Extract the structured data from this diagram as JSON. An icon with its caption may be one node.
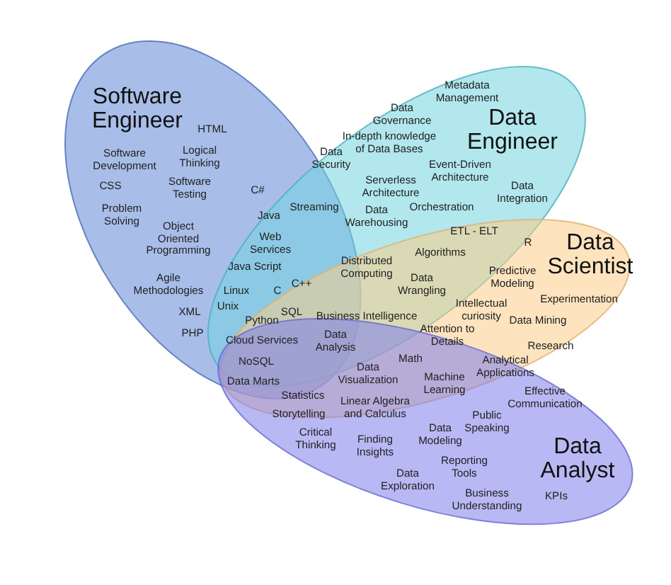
{
  "diagram": {
    "nodes": [
      {
        "text": [
          "Software Engineer"
        ]
      },
      {
        "text": [
          "Data Engineer"
        ]
      },
      {
        "text": [
          "Data Scientist"
        ]
      },
      {
        "text": [
          "Data Analyst"
        ]
      }
    ],
    "labels": [
      "Metadata Management",
      "Data Governance",
      "HTML",
      "In-depth knowledge of Data Bases",
      "Software Development",
      "Logical Thinking",
      "Data Security",
      "Event-Driven Architecture",
      "CSS",
      "Software Testing",
      "C#",
      "Serverless Architecture",
      "Data Integration",
      "Streaming",
      "Orchestration",
      "Problem Solving",
      "Java",
      "Data Warehousing",
      "ETL - ELT",
      "Object Oriented Programming",
      "Web Services",
      "R",
      "Algorithms",
      "Java Script",
      "Distributed Computing",
      "Predictive Modeling",
      "Agile Methodologies",
      "C++",
      "Data Wrangling",
      "Linux",
      "C",
      "Experimentation",
      "Unix",
      "Intellectual curiosity",
      "XML",
      "SQL",
      "Business Intelligence",
      "Python",
      "Data Mining",
      "PHP",
      "Attention to Details",
      "Cloud Services",
      "Data Analysis",
      "Research",
      "Math",
      "NoSQL",
      "Analytical Applications",
      "Data Visualization",
      "Data Marts",
      "Machine Learning",
      "Statistics",
      "Effective Communication",
      "Linear Algebra and Calculus",
      "Storytelling",
      "Public Speaking",
      "Data Modeling",
      "Critical Thinking",
      "Finding Insights",
      "Reporting Tools",
      "Data Exploration",
      "Business Understanding",
      "KPIs"
    ]
  }
}
